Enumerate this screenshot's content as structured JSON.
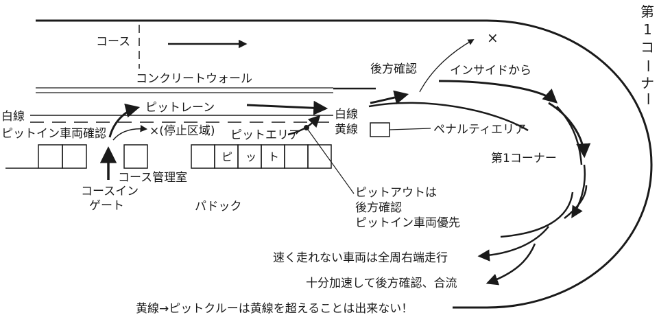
{
  "labels": {
    "course": "コース",
    "concrete_wall": "コンクリートウォール",
    "pit_lane": "ピットレーン",
    "white_line_left": "白線",
    "pit_in_check": "ピットイン車両確認",
    "stop_zone": "×(停止区域)",
    "pit_area": "ピットエリア",
    "white_line_right": "白線",
    "yellow_line": "黄線",
    "rear_check_top": "後方確認",
    "inside_from": "インサイドから",
    "x_mark": "×",
    "penalty_area": "ペナルティエリア",
    "first_corner_center": "第1コーナー",
    "first_corner_vertical": [
      "第",
      "1",
      "コ",
      "ー",
      "ナ",
      "ー"
    ],
    "pit_chars": [
      "ピ",
      "ッ",
      "ト"
    ],
    "course_control": "コース管理室",
    "course_in_gate_1": "コースイン",
    "course_in_gate_2": "ゲート",
    "paddock": "パドック",
    "pit_out_1": "ピットアウトは",
    "pit_out_2": "後方確認",
    "pit_out_3": "ピットイン車両優先",
    "slow_cars": "速く走れない車両は全周右端走行",
    "merge": "十分加速して後方確認、合流",
    "yellow_rule": "黄線→ピットクルーは黄線を超えることは出来ない！"
  }
}
